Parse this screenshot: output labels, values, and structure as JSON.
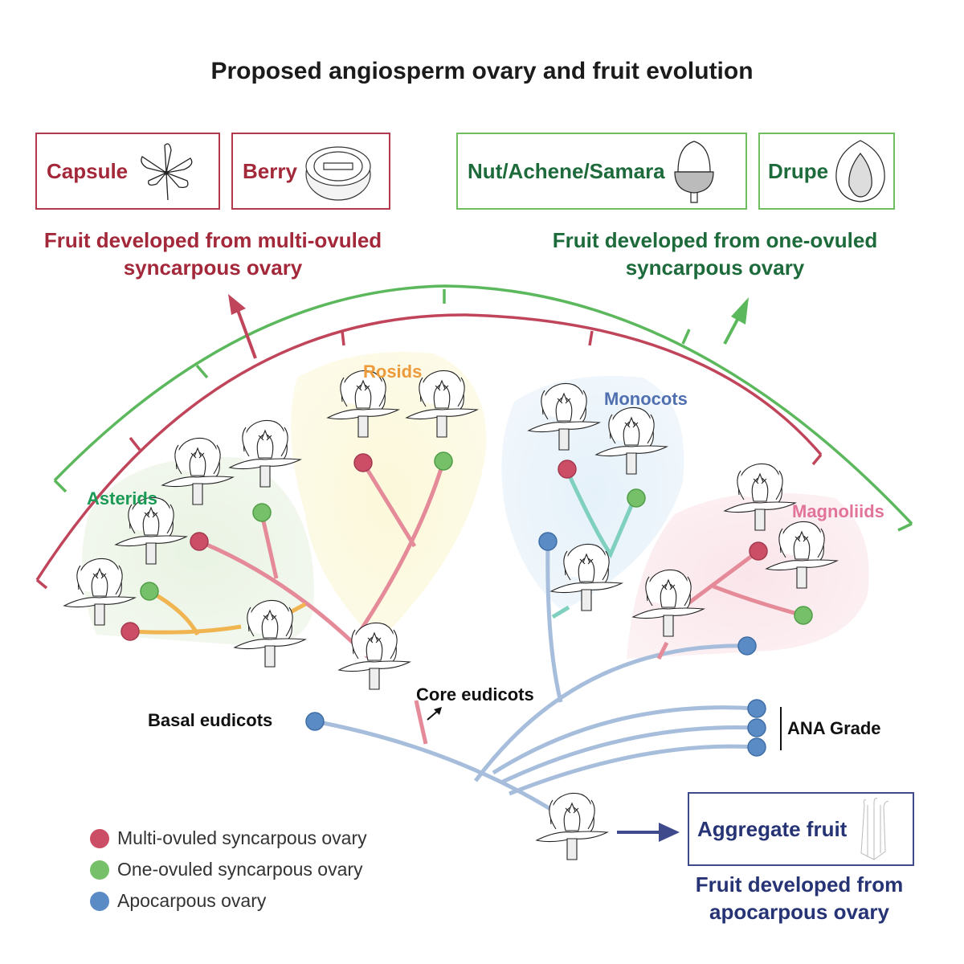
{
  "title": "Proposed angiosperm ovary and fruit evolution",
  "fruit_types": {
    "capsule": "Capsule",
    "berry": "Berry",
    "nut": "Nut/Achene/Samara",
    "drupe": "Drupe",
    "aggregate": "Aggregate fruit"
  },
  "captions": {
    "multi": [
      "Fruit developed from multi-ovuled",
      "syncarpous ovary"
    ],
    "one": [
      "Fruit developed from one-ovuled",
      "syncarpous ovary"
    ],
    "apo": [
      "Fruit developed from",
      "apocarpous ovary"
    ]
  },
  "clades": {
    "rosids": "Rosids",
    "asterids": "Asterids",
    "monocots": "Monocots",
    "magnoliids": "Magnoliids"
  },
  "labels": {
    "basal": "Basal eudicots",
    "core": "Core eudicots",
    "ana": "ANA Grade"
  },
  "legend": [
    {
      "label": "Multi-ovuled syncarpous ovary",
      "color": "#cc4d66"
    },
    {
      "label": "One-ovuled syncarpous ovary",
      "color": "#77c06a"
    },
    {
      "label": "Apocarpous ovary",
      "color": "#5b8bc4"
    }
  ],
  "colors": {
    "red": "#c0455a",
    "green": "#5cb85c",
    "blue": "#a6bddc",
    "pinkBranch": "#e58a98",
    "orangeBranch": "#f0b450",
    "tealBranch": "#7fd0bf",
    "navy": "#3e4a8c"
  }
}
